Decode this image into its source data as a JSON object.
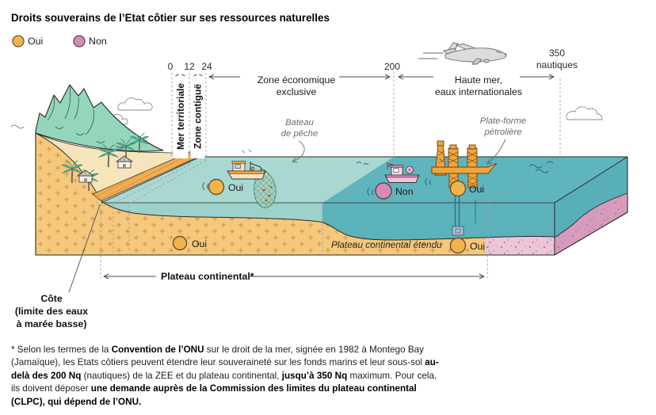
{
  "title": "Droits souverains de l’Etat côtier sur ses ressources naturelles",
  "legend": {
    "oui": "Oui",
    "non": "Non"
  },
  "scale": {
    "n0": "0",
    "n12": "12",
    "n24": "24",
    "n200": "200",
    "n350": "350",
    "unit": "nautiques"
  },
  "zones": {
    "territorial": "Mer territoriale",
    "contiguous": "Zone contiguë",
    "eez_line1": "Zone économique",
    "eez_line2": "exclusive",
    "high_seas_line1": "Haute mer,",
    "high_seas_line2": "eaux internationales"
  },
  "callouts": {
    "fishing_boat_line1": "Bateau",
    "fishing_boat_line2": "de pêche",
    "oil_platform_line1": "Plate-forme",
    "oil_platform_line2": "pétrolière",
    "extended_shelf": "Plateau continental étendu",
    "continental_shelf": "Plateau continental*",
    "coast_line1": "Côte",
    "coast_line2": "(limite des eaux",
    "coast_line3": "à marée basse)"
  },
  "markers": {
    "surface_eez": "Oui",
    "surface_high_seas": "Non",
    "surface_platform": "Oui",
    "seabed_shelf": "Oui",
    "seabed_extended": "Oui"
  },
  "colors": {
    "oui": "#f3b34c",
    "non": "#d68cb7",
    "sea_surface_eez": "#a9d8d2",
    "sea_deep": "#5fb5bd",
    "sand": "#f5c87c",
    "extended_rock_pink": "#ecc5d9",
    "side_rock_pink": "#d79bbe",
    "mountain_green": "#93d6ba",
    "platform_orange": "#f0a63d"
  },
  "footnote": {
    "segments": [
      {
        "text": "* Selon les termes de la ",
        "bold": false
      },
      {
        "text": "Convention de l’ONU",
        "bold": true
      },
      {
        "text": " sur le droit de la mer, signée en 1982 à Montego Bay (Jamaïque), les Etats côtiers peuvent étendre leur souveraineté sur les fonds marins et leur sous-sol ",
        "bold": false
      },
      {
        "text": "au-delà des 200 Nq",
        "bold": true
      },
      {
        "text": " (nautiques) de la ZEE et du plateau continental, ",
        "bold": false
      },
      {
        "text": "jusqu’à 350 Nq",
        "bold": true
      },
      {
        "text": " maximum. Pour cela, ils doivent déposer ",
        "bold": false
      },
      {
        "text": "une demande auprès de la Commission des limites du plateau continental (CLPC), qui dépend de l’ONU.",
        "bold": true
      }
    ]
  }
}
